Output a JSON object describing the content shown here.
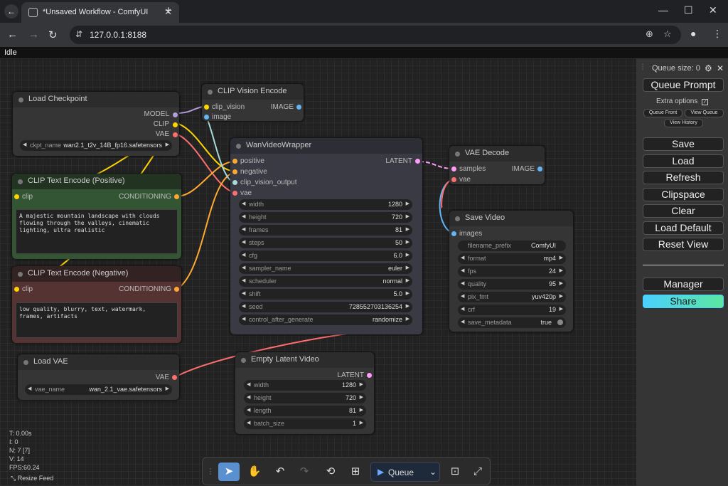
{
  "browser": {
    "tab_title": "*Unsaved Workflow - ComfyUI",
    "url": "127.0.0.1:8188"
  },
  "status": "Idle",
  "nodes": {
    "load_checkpoint": {
      "title": "Load Checkpoint",
      "outputs": [
        "MODEL",
        "CLIP",
        "VAE"
      ],
      "ckpt_label": "ckpt_name",
      "ckpt_value": "wan2.1_t2v_14B_fp16.safetensors"
    },
    "clip_vision": {
      "title": "CLIP Vision Encode",
      "in1": "clip_vision",
      "in2": "image",
      "out": "IMAGE"
    },
    "clip_pos": {
      "title": "CLIP Text Encode (Positive)",
      "in": "clip",
      "out": "CONDITIONING",
      "text": "A majestic mountain landscape with clouds\nflowing through the valleys, cinematic\nlighting, ultra realistic"
    },
    "clip_neg": {
      "title": "CLIP Text Encode (Negative)",
      "in": "clip",
      "out": "CONDITIONING",
      "text": "low quality, blurry, text, watermark,\nframes, artifacts"
    },
    "wan": {
      "title": "WanVideoWrapper",
      "inputs": [
        "positive",
        "negative",
        "clip_vision_output",
        "vae"
      ],
      "out": "LATENT",
      "widgets": [
        {
          "label": "width",
          "value": "1280"
        },
        {
          "label": "height",
          "value": "720"
        },
        {
          "label": "frames",
          "value": "81"
        },
        {
          "label": "steps",
          "value": "50"
        },
        {
          "label": "cfg",
          "value": "6.0"
        },
        {
          "label": "sampler_name",
          "value": "euler"
        },
        {
          "label": "scheduler",
          "value": "normal"
        },
        {
          "label": "shift",
          "value": "5.0"
        },
        {
          "label": "seed",
          "value": "728552703136254"
        },
        {
          "label": "control_after_generate",
          "value": "randomize"
        }
      ]
    },
    "vae_decode": {
      "title": "VAE Decode",
      "in1": "samples",
      "in2": "vae",
      "out": "IMAGE"
    },
    "save_video": {
      "title": "Save Video",
      "in": "images",
      "widgets": [
        {
          "label": "filename_prefix",
          "value": "ComfyUI"
        },
        {
          "label": "format",
          "value": "mp4"
        },
        {
          "label": "fps",
          "value": "24"
        },
        {
          "label": "quality",
          "value": "95"
        },
        {
          "label": "pix_fmt",
          "value": "yuv420p"
        },
        {
          "label": "crf",
          "value": "19"
        },
        {
          "label": "save_metadata",
          "value": "true"
        }
      ]
    },
    "load_vae": {
      "title": "Load VAE",
      "out": "VAE",
      "vae_label": "vae_name",
      "vae_value": "wan_2.1_vae.safetensors"
    },
    "empty_latent": {
      "title": "Empty Latent Video",
      "out": "LATENT",
      "widgets": [
        {
          "label": "width",
          "value": "1280"
        },
        {
          "label": "height",
          "value": "720"
        },
        {
          "label": "length",
          "value": "81"
        },
        {
          "label": "batch_size",
          "value": "1"
        }
      ]
    }
  },
  "sidebar": {
    "queue_size": "Queue size: 0",
    "queue_prompt": "Queue Prompt",
    "extra_options": "Extra options",
    "queue_front": "Queue Front",
    "view_queue": "View Queue",
    "view_history": "View History",
    "buttons": [
      "Save",
      "Load",
      "Refresh",
      "Clipspace",
      "Clear",
      "Load Default",
      "Reset View"
    ],
    "manager": "Manager",
    "share": "Share"
  },
  "stats": [
    "T: 0.00s",
    "I: 0",
    "N: 7 [7]",
    "V: 14",
    "FPS:60.24"
  ],
  "resize_feed": "Resize Feed",
  "toolbar": {
    "queue_label": "Queue"
  },
  "colors": {
    "clip": "#ffd500",
    "model": "#b39ddb",
    "vae": "#ff6e6e",
    "conditioning": "#ffa931",
    "image": "#64b5f6",
    "latent": "#ff9cf9",
    "clip_vision": "#a8dadc",
    "share": "#5ce6e6"
  }
}
